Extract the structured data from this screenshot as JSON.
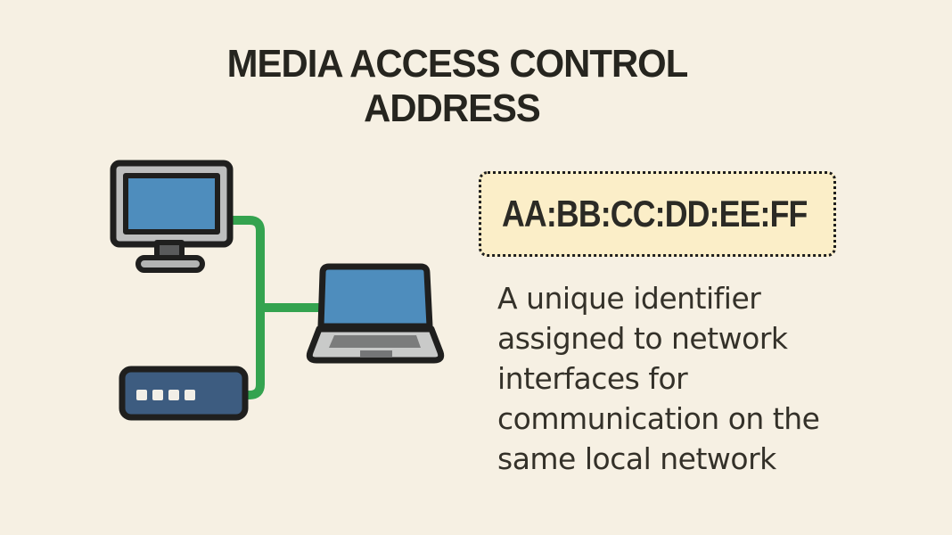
{
  "title": {
    "line1": "MEDIA ACCESS CONTROL",
    "line2": "ADDRESS"
  },
  "mac_box": {
    "value": "AA:BB:CC:DD:EE:FF"
  },
  "description": {
    "full_text": "A unique identifier assigned to network interfaces for communication on the same local network",
    "lines": [
      "A unique identifier",
      "assigned to network",
      "interfaces for",
      "communication on the",
      "same local network"
    ]
  },
  "illustration": {
    "devices": [
      "desktop-computer",
      "laptop",
      "network-switch"
    ],
    "switch_led_count": 4,
    "cable_style": "green right-angle ethernet lines"
  },
  "colors": {
    "background": "#f6f0e3",
    "title_text": "#26251f",
    "body_text": "#343129",
    "mac_box_fill": "#fbeec8",
    "mac_box_border": "#1d1d1d",
    "cable_green": "#34a34f",
    "screen_blue": "#4e8dbd",
    "device_navy": "#3d5c80",
    "bezel_gray": "#bdbebe",
    "outline": "#1f1f1e"
  }
}
